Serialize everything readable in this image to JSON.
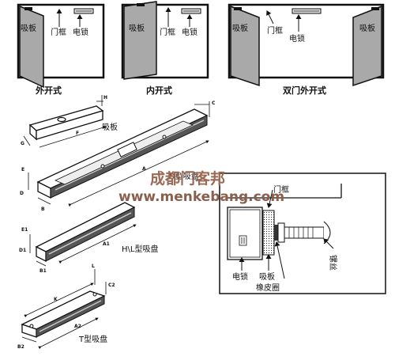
{
  "top_panels": {
    "outward": {
      "caption": "外开式",
      "plate": "吸板",
      "frame": "门框",
      "lock": "电锁"
    },
    "inward": {
      "caption": "内开式",
      "plate": "吸板",
      "frame": "门框",
      "lock": "电锁"
    },
    "double": {
      "caption": "双门外开式",
      "plate_left": "吸板",
      "frame": "门框",
      "lock": "电锁",
      "plate_right": "吸板"
    }
  },
  "armature": {
    "label": "吸板",
    "dims": {
      "H": "H",
      "C": "C",
      "G": "G",
      "F": "F"
    }
  },
  "d_type": {
    "label": "D型吸盘",
    "dims": {
      "A": "A",
      "E": "E",
      "B": "B",
      "D": "D"
    }
  },
  "hl_type": {
    "label": "H\\L型吸盘",
    "dims": {
      "A1": "A1",
      "E1": "E1",
      "D1": "D1",
      "B1": "B1"
    }
  },
  "t_type": {
    "label": "T型吸盘",
    "dims": {
      "C2": "C2",
      "L": "L",
      "K": "K",
      "A2": "A2",
      "B2": "B2"
    }
  },
  "detail": {
    "frame": "门框",
    "lock": "电锁",
    "plate": "吸板",
    "rubber": "橡皮圈",
    "screw": "镙丝"
  },
  "watermark": {
    "cn": "成都门客邦",
    "url": "www.menkebang.com"
  }
}
